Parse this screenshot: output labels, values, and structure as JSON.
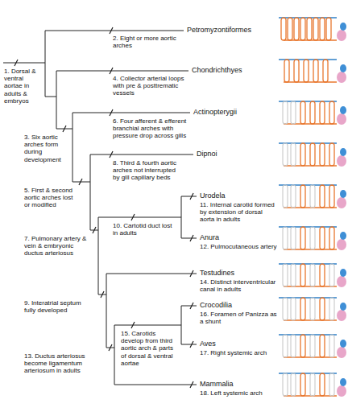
{
  "diagram": {
    "labels": [
      "Petromyzontiformes",
      "2. Eight or more aortic arches",
      "Chondrichthyes",
      "1. Dorsal & ventral aortae in adults & embryos",
      "4. Collector arterial loops with pre & posttrematic vessels",
      "3. Six aortic arches form during development",
      "Actinopterygii",
      "6. Four afferent & efferent branchial arches with pressure drop across gills",
      "5. First & second aortic arches lost or modified",
      "Dipnoi",
      "8. Third & fourth aortic arches not interrupted by gill capillary beds",
      "7. Pulmonary artery & vein & embryonic ductus arteriosus",
      "Urodela",
      "11. Internal carotid formed by extension of dorsal aorta in adults",
      "10. Cartotid duct lost in adults",
      "Anura",
      "12. Pulmocutaneous artery",
      "9. Interatrial septum fully developed",
      "Testudines",
      "14. Distinct interventricular canal in adults",
      "Crocodilia",
      "16. Foramen of Panizza as a shunt",
      "13. Ductus arteriosus become ligamentum arteriosum in adults",
      "15. Carotids develop from third aortic arch & parts of dorsal & ventral aortae",
      "Aves",
      "17. Right systemic arch",
      "Mammalia",
      "18. Left systemic arch"
    ]
  }
}
